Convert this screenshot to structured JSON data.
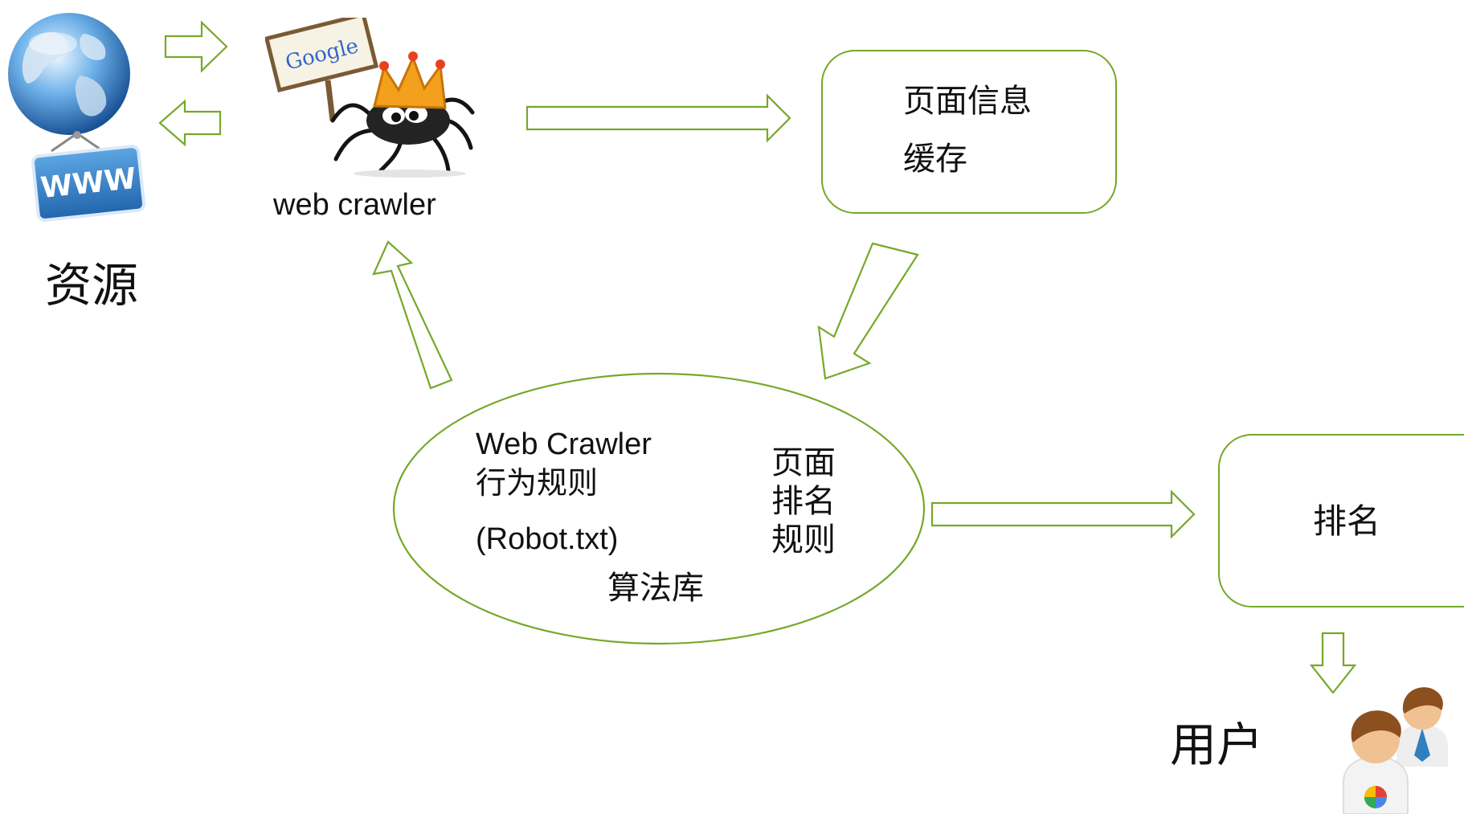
{
  "colors": {
    "outline": "#76a82b",
    "text": "#111111"
  },
  "icons": {
    "resource": "globe-www-icon",
    "crawler": "google-spider-icon",
    "users": "users-icon"
  },
  "labels": {
    "resource": "资源",
    "crawler": "web crawler",
    "cache_line1": "页面信息",
    "cache_line2": "缓存",
    "rules_title": "Web Crawler",
    "rules_subtitle": "行为规则",
    "robots": "(Robot.txt)",
    "algo_lib": "算法库",
    "rank_rules_1": "页面",
    "rank_rules_2": "排名",
    "rank_rules_3": "规则",
    "ranking": "排名",
    "user": "用户",
    "www": "WWW",
    "google": "Google"
  }
}
